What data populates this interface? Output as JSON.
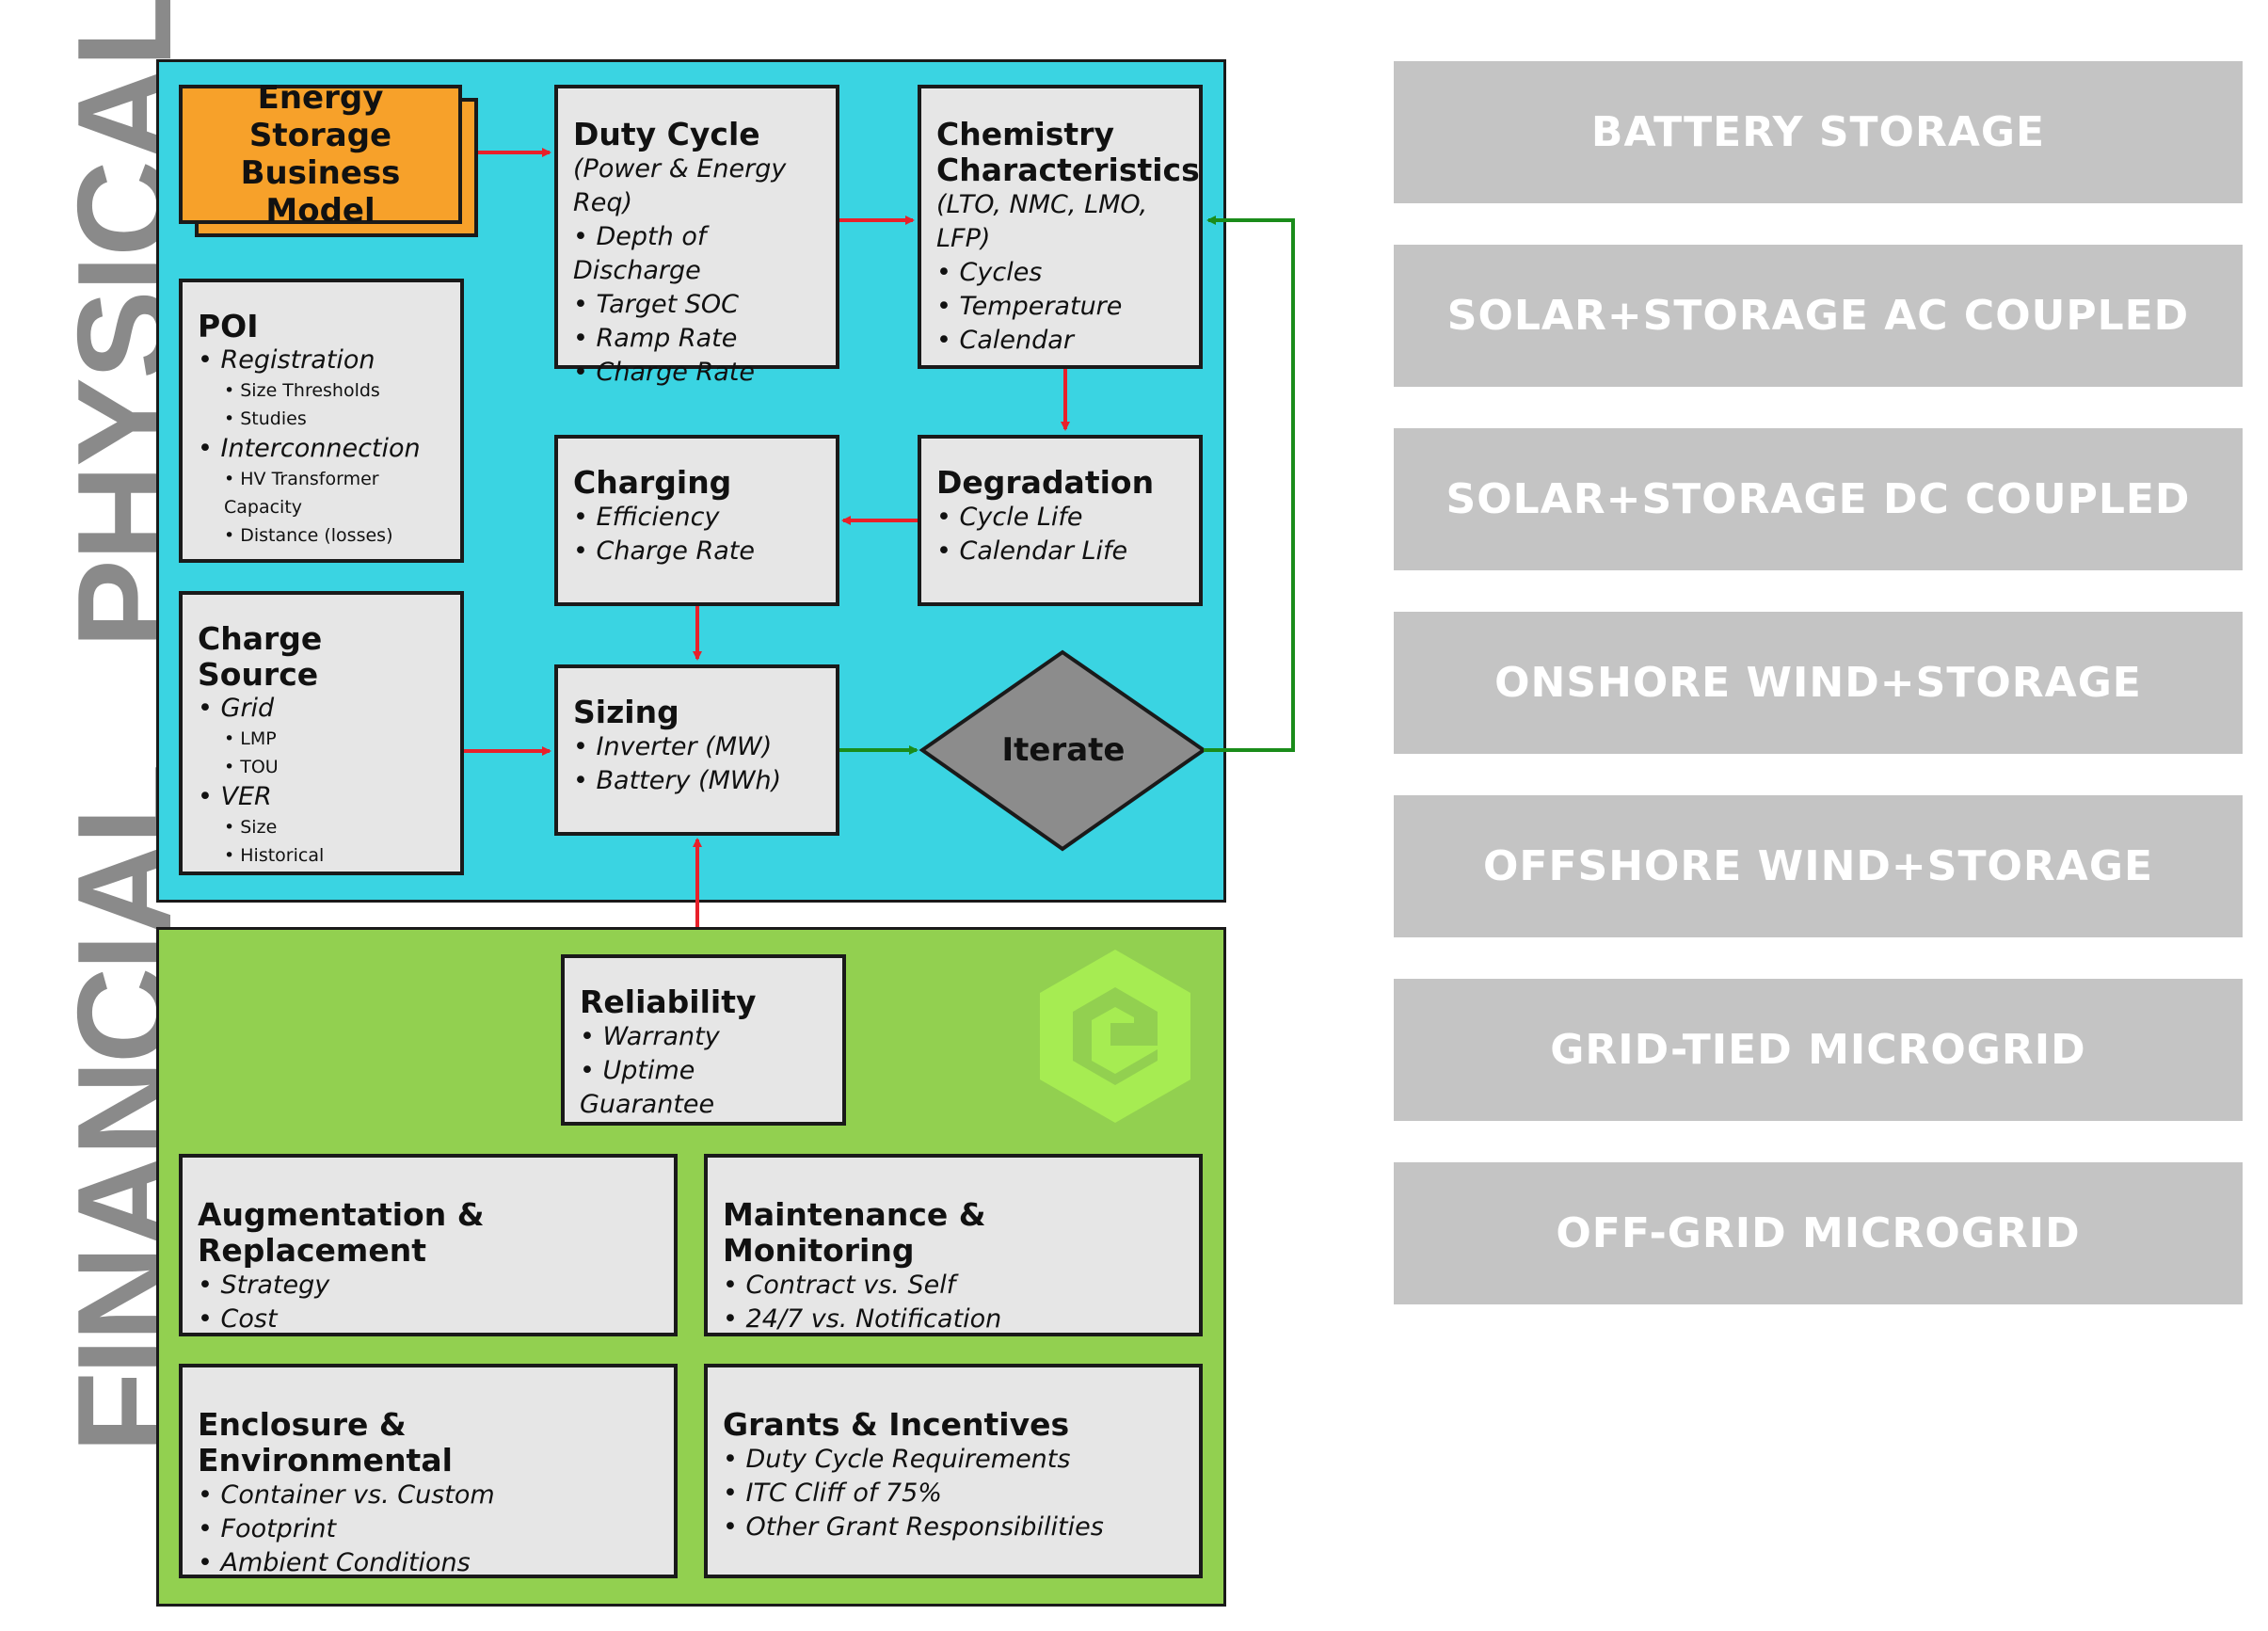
{
  "side_labels": {
    "physical": "PHYSICAL",
    "financial": "FINANCIAL"
  },
  "boxes": {
    "business_model": {
      "line1": "Energy Storage",
      "line2": "Business Model"
    },
    "duty_cycle": {
      "title": "Duty Cycle",
      "sub": "(Power & Energy Req)",
      "bullets": [
        "Depth of Discharge",
        "Target SOC",
        "Ramp Rate",
        "Charge Rate"
      ]
    },
    "chemistry": {
      "title1": "Chemistry",
      "title2": "Characteristics",
      "sub": "(LTO, NMC, LMO, LFP)",
      "bullets": [
        "Cycles",
        "Temperature",
        "Calendar"
      ]
    },
    "poi": {
      "title": "POI",
      "b1": "Registration",
      "b1_sub": [
        "Size Thresholds",
        "Studies"
      ],
      "b2": "Interconnection",
      "b2_sub": [
        "HV Transformer Capacity",
        "Distance (losses)"
      ]
    },
    "charging": {
      "title": "Charging",
      "bullets": [
        "Efficiency",
        "Charge Rate"
      ]
    },
    "degradation": {
      "title": "Degradation",
      "bullets": [
        "Cycle Life",
        "Calendar Life"
      ]
    },
    "charge_source": {
      "title": "Charge Source",
      "b1": "Grid",
      "b1_sub": [
        "LMP",
        "TOU"
      ],
      "b2": "VER",
      "b2_sub": [
        "Size",
        "Historical"
      ]
    },
    "sizing": {
      "title": "Sizing",
      "bullets": [
        "Inverter (MW)",
        "Battery (MWh)"
      ]
    },
    "iterate": {
      "title": "Iterate"
    },
    "reliability": {
      "title": "Reliability",
      "bullets": [
        "Warranty",
        "Uptime Guarantee"
      ]
    },
    "augmentation": {
      "title": "Augmentation & Replacement",
      "bullets": [
        "Strategy",
        "Cost"
      ]
    },
    "maintenance": {
      "title": "Maintenance & Monitoring",
      "bullets": [
        "Contract vs. Self",
        "24/7 vs. Notification"
      ]
    },
    "enclosure": {
      "title": "Enclosure & Environmental",
      "bullets": [
        "Container vs. Custom",
        "Footprint",
        "Ambient Conditions"
      ]
    },
    "grants": {
      "title": "Grants & Incentives",
      "bullets": [
        "Duty Cycle Requirements",
        "ITC Cliff of 75%",
        "Other Grant Responsibilities"
      ]
    }
  },
  "categories": [
    "BATTERY STORAGE",
    "SOLAR+STORAGE AC COUPLED",
    "SOLAR+STORAGE DC COUPLED",
    "ONSHORE WIND+STORAGE",
    "OFFSHORE WIND+STORAGE",
    "GRID-TIED MICROGRID",
    "OFF-GRID MICROGRID"
  ],
  "colors": {
    "physical_panel": "#3ad4e2",
    "financial_panel": "#92d050",
    "business_model": "#f7a12a",
    "box_fill": "#e6e6e6",
    "iterate_fill": "#8c8c8c",
    "arrow_red": "#e8202a",
    "arrow_green": "#1a8c1a",
    "category_fill": "#c4c4c4",
    "logo": "#a6ec52"
  },
  "icons": {
    "logo": "hexagon-logo-icon"
  }
}
